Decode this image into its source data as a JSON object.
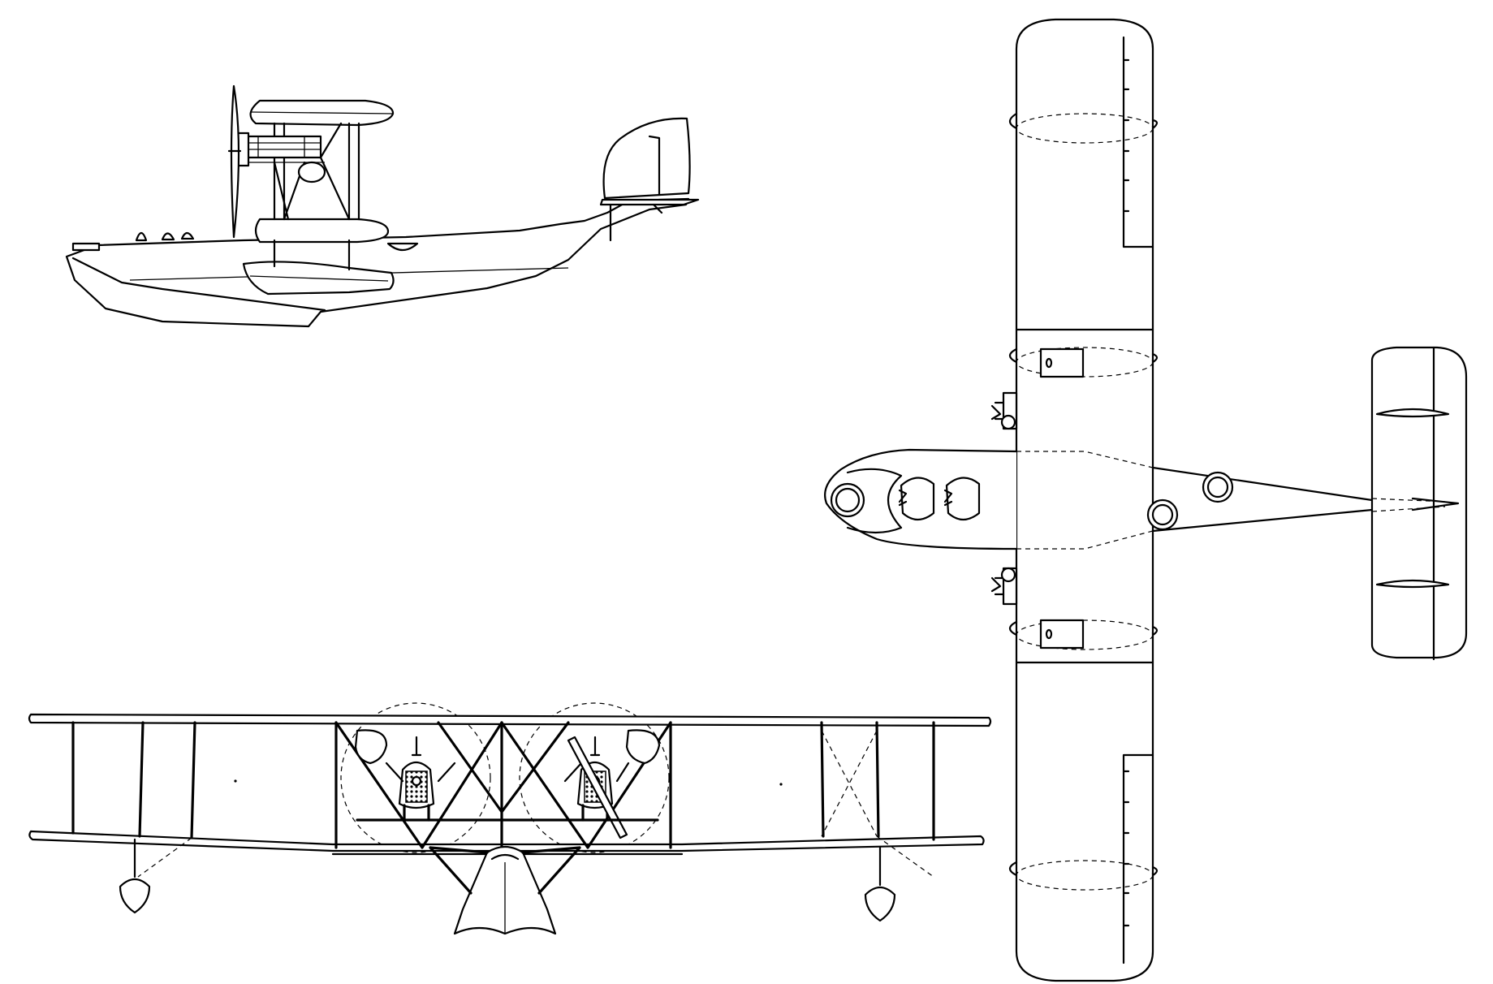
{
  "drawing": {
    "views": [
      "side-view",
      "front-view",
      "plan-view"
    ],
    "colors": {
      "line": "#000000",
      "background": "#ffffff"
    }
  }
}
